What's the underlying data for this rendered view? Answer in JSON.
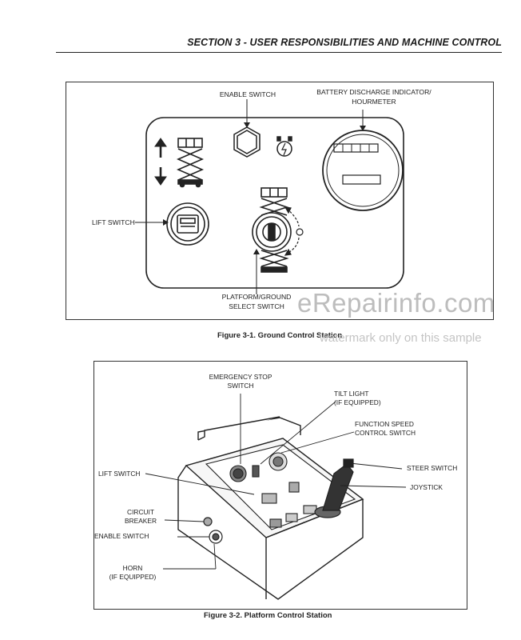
{
  "header": {
    "section_title": "SECTION 3 - USER RESPONSIBILITIES AND MACHINE CONTROL"
  },
  "figure1": {
    "caption": "Figure 3-1.  Ground Control Station",
    "labels": {
      "enable_switch": "ENABLE SWITCH",
      "battery_indicator_line1": "BATTERY DISCHARGE INDICATOR/",
      "battery_indicator_line2": "HOURMETER",
      "lift_switch": "LIFT SWITCH",
      "select_switch_line1": "PLATFORM/GROUND",
      "select_switch_line2": "SELECT SWITCH"
    }
  },
  "figure2": {
    "caption": "Figure 3-2.  Platform Control Station",
    "labels": {
      "emergency_stop_line1": "EMERGENCY STOP",
      "emergency_stop_line2": "SWITCH",
      "tilt_light_line1": "TILT LIGHT",
      "tilt_light_line2": "(IF EQUIPPED)",
      "function_speed_line1": "FUNCTION SPEED",
      "function_speed_line2": "CONTROL SWITCH",
      "steer_switch": "STEER SWITCH",
      "joystick": "JOYSTICK",
      "lift_switch": "LIFT SWITCH",
      "circuit_breaker_line1": "CIRCUIT",
      "circuit_breaker_line2": "BREAKER",
      "enable_switch": "ENABLE SWITCH",
      "horn_line1": "HORN",
      "horn_line2": "(IF EQUIPPED)"
    }
  },
  "watermark": {
    "main": "eRepairinfo.com",
    "sub": "watermark only on this sample"
  }
}
